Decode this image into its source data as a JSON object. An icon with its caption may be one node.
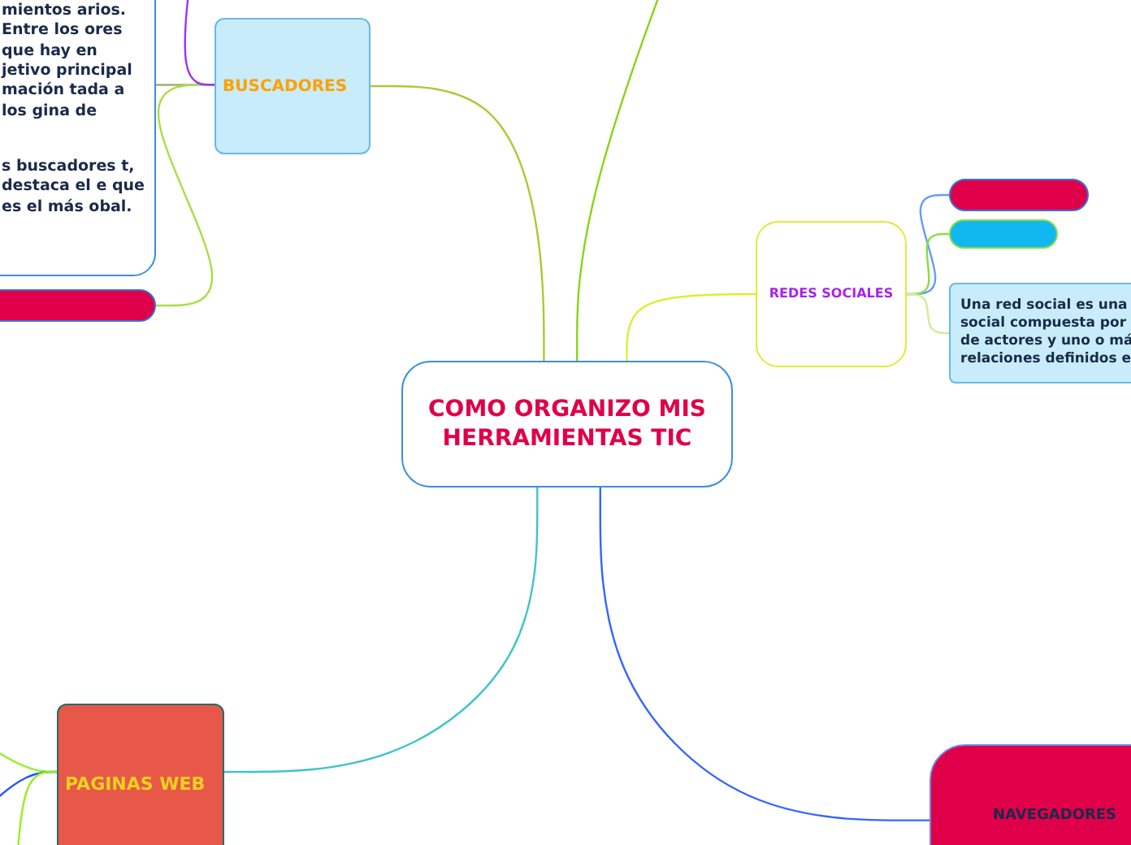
{
  "diagram": {
    "nodes": [
      {
        "text": [
          "COMO ORGANIZO MIS HERRAMIENTAS TIC"
        ]
      },
      {
        "text": [
          "BUSCADORES"
        ]
      },
      {
        "text": [
          "mientos arios. Entre los ores que hay en jetivo principal mación tada a los gina de",
          "s buscadores t, destaca el e que es el más obal."
        ]
      },
      {
        "text": [],
        "shape": "box"
      },
      {
        "text": [
          "REDES SOCIALES"
        ]
      },
      {
        "text": [],
        "shape": "box"
      },
      {
        "text": [],
        "shape": "box"
      },
      {
        "text": [
          "Una red social es una social compuesta por de actores y uno o má relaciones definidos e"
        ]
      },
      {
        "text": [
          "PAGINAS WEB"
        ]
      },
      {
        "text": [
          "NAVEGADORES"
        ]
      }
    ],
    "edges": [
      {
        "from": 0,
        "to": 1,
        "arrow": "none",
        "color": "#a6cc33"
      },
      {
        "from": 0,
        "to": null,
        "arrow": "none",
        "color": "#88d419"
      },
      {
        "from": 0,
        "to": 4,
        "arrow": "none",
        "color": "#ddee33"
      },
      {
        "from": 0,
        "to": 8,
        "arrow": "none",
        "color": "#40c4c4"
      },
      {
        "from": 0,
        "to": 9,
        "arrow": "none",
        "color": "#3366ff"
      },
      {
        "from": 1,
        "to": 2,
        "arrow": "none",
        "color": "#a0b070"
      },
      {
        "from": 1,
        "to": 3,
        "arrow": "none",
        "color": "#aadd44"
      },
      {
        "from": 1,
        "to": null,
        "arrow": "none",
        "color": "#9933ff"
      },
      {
        "from": 4,
        "to": 5,
        "arrow": "none",
        "color": "#6699ff"
      },
      {
        "from": 4,
        "to": 6,
        "arrow": "none",
        "color": "#88dd44"
      },
      {
        "from": 4,
        "to": 7,
        "arrow": "none",
        "color": "#ccee99"
      },
      {
        "from": 8,
        "to": null,
        "arrow": "none",
        "color": "#99ee33"
      },
      {
        "from": 8,
        "to": null,
        "arrow": "none",
        "color": "#2255ff"
      },
      {
        "from": 8,
        "to": null,
        "arrow": "none",
        "color": "#99ee22"
      }
    ]
  }
}
